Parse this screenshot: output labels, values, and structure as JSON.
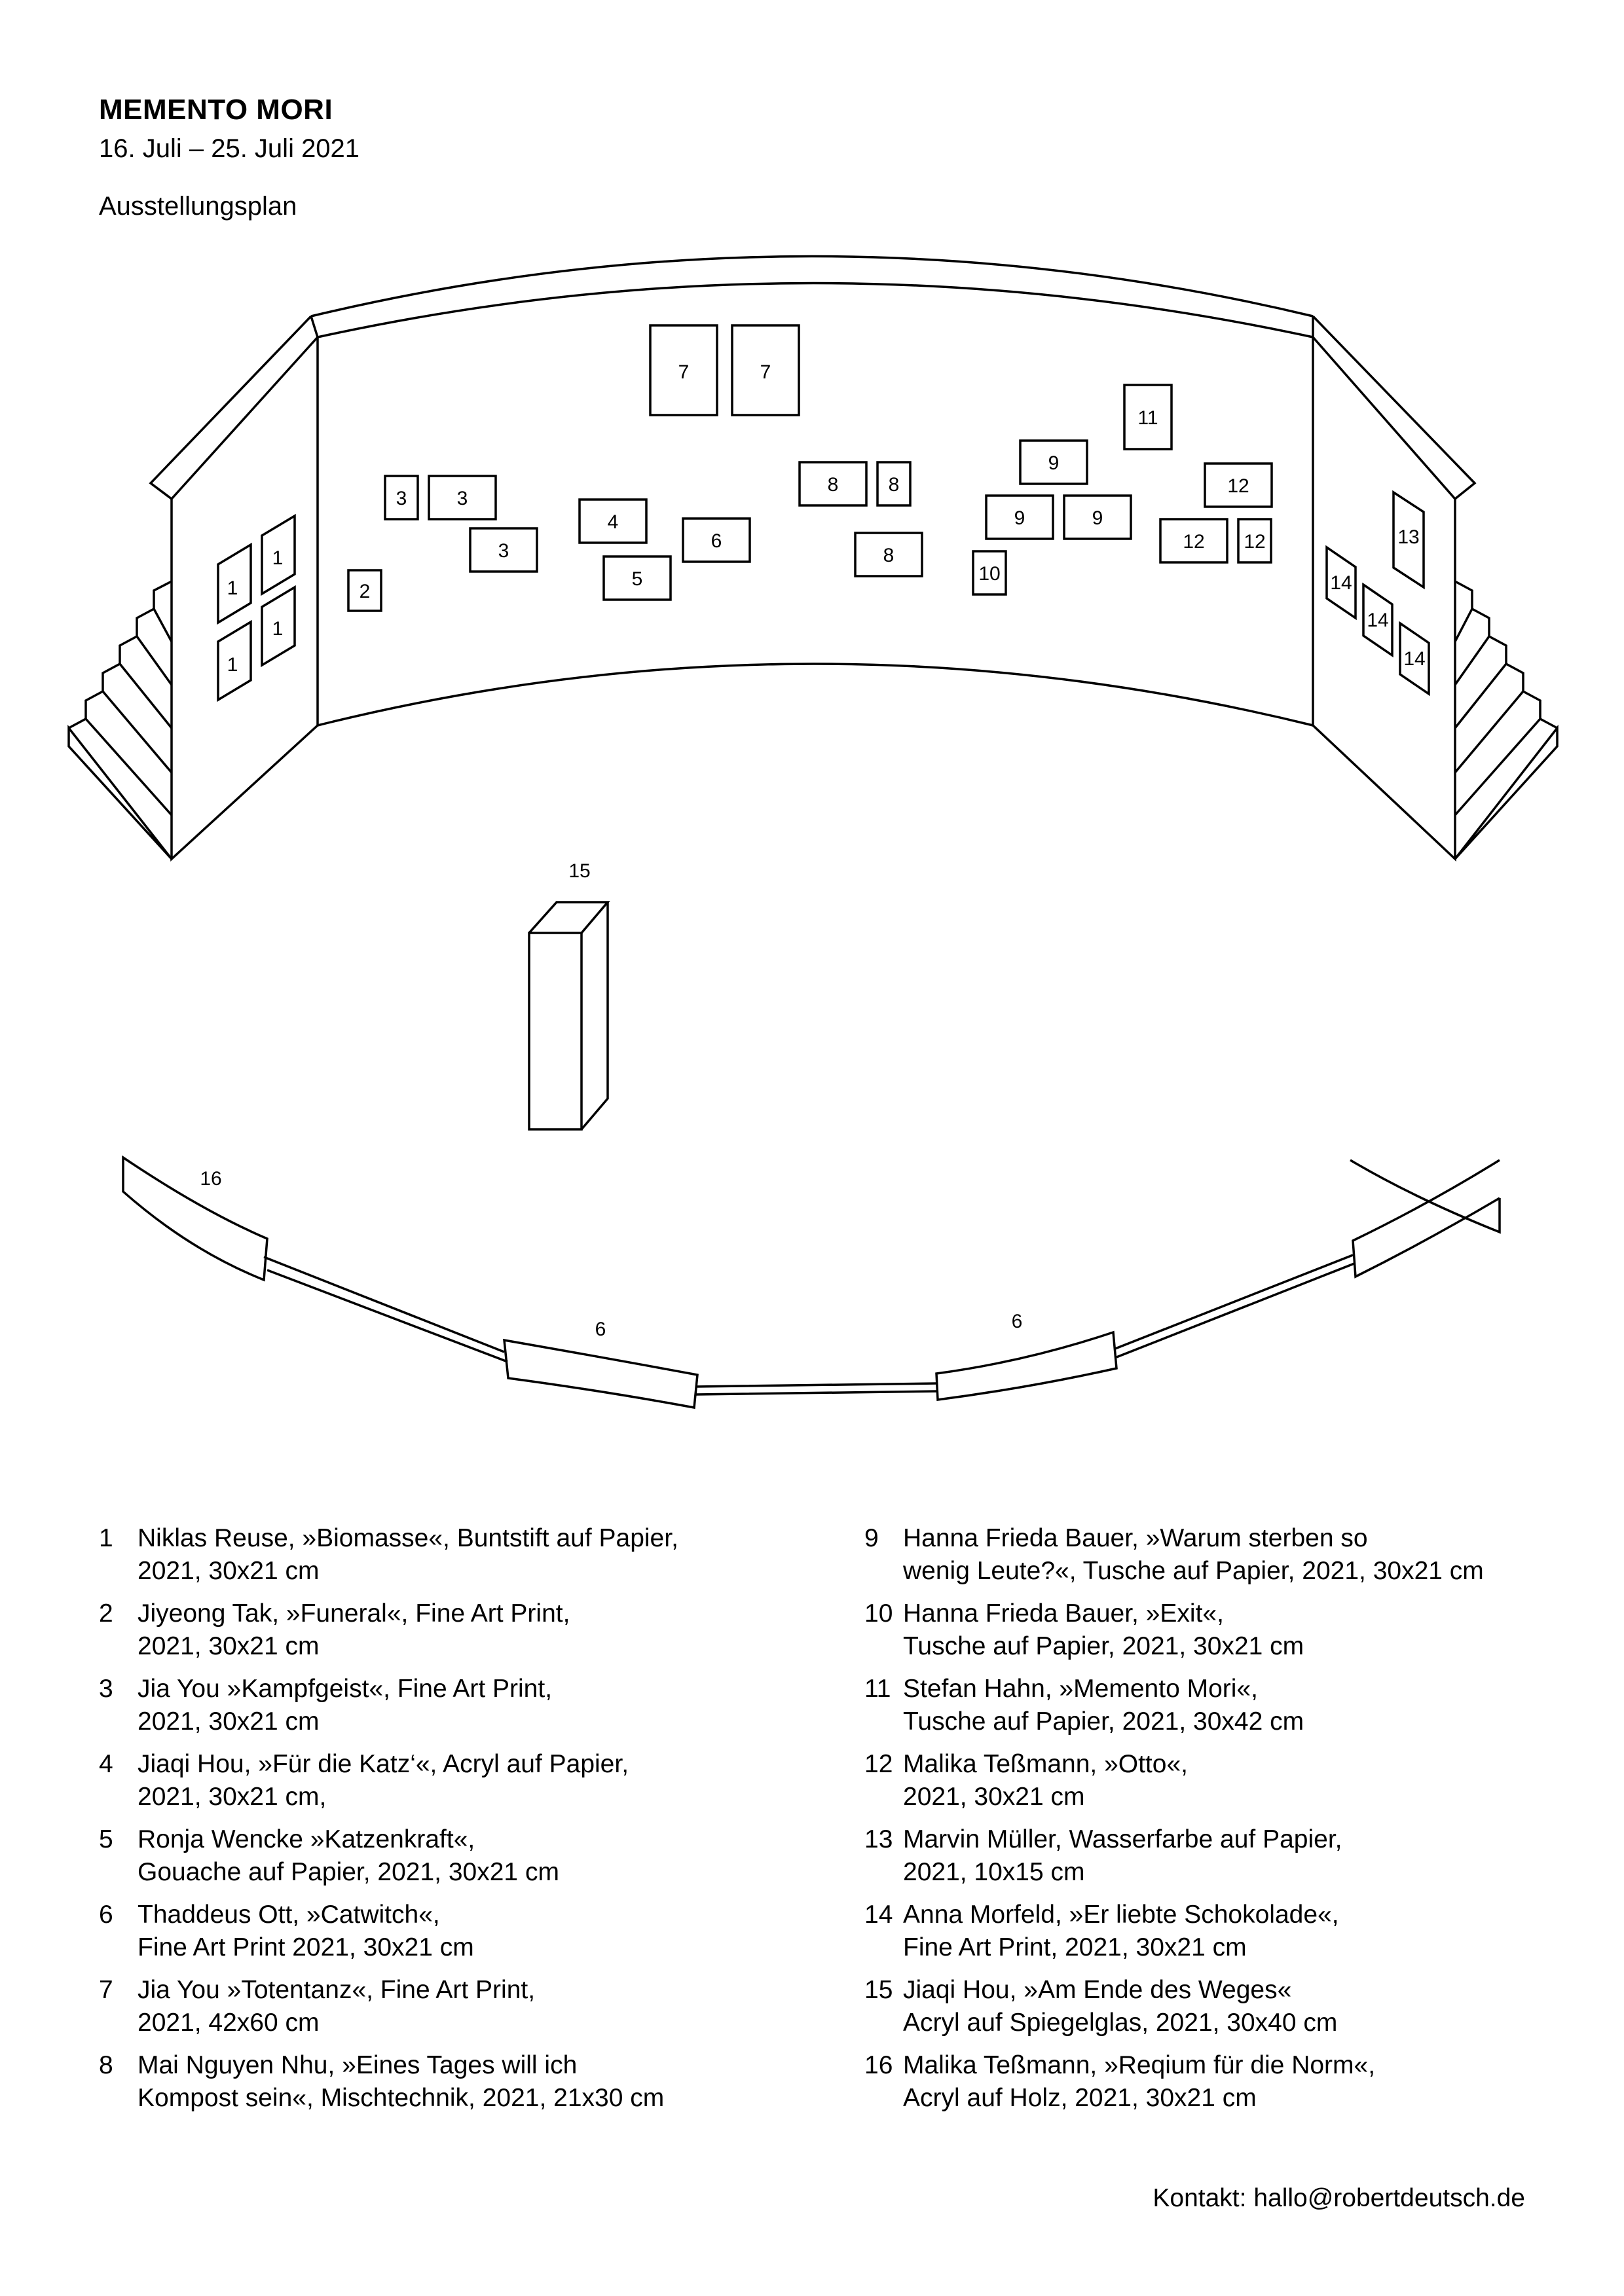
{
  "header": {
    "title": "MEMENTO MORI",
    "dates": "16. Juli – 25. Juli 2021",
    "subtitle": "Ausstellungsplan"
  },
  "plan": {
    "labels": {
      "a": "1",
      "b": "2",
      "c": "3",
      "d": "4",
      "e": "5",
      "f": "6",
      "g": "7",
      "h": "8",
      "i": "9",
      "j": "10",
      "k": "11",
      "l": "12",
      "m": "13",
      "n": "14",
      "o": "15",
      "p": "16"
    }
  },
  "legend": {
    "left": [
      {
        "num": "1",
        "line1": "Niklas Reuse, »Biomasse«, Buntstift auf Papier,",
        "line2": "2021, 30x21 cm"
      },
      {
        "num": "2",
        "line1": "Jiyeong Tak, »Funeral«, Fine Art Print,",
        "line2": "2021, 30x21 cm"
      },
      {
        "num": "3",
        "line1": "Jia You »Kampfgeist«, Fine Art Print,",
        "line2": "2021, 30x21 cm"
      },
      {
        "num": "4",
        "line1": "Jiaqi Hou, »Für die Katz‘«, Acryl auf Papier,",
        "line2": "2021, 30x21 cm,"
      },
      {
        "num": "5",
        "line1": "Ronja Wencke »Katzenkraft«,",
        "line2": "Gouache auf Papier, 2021, 30x21 cm"
      },
      {
        "num": "6",
        "line1": "Thaddeus Ott, »Catwitch«,",
        "line2": "Fine Art Print 2021, 30x21 cm"
      },
      {
        "num": "7",
        "line1": "Jia You »Totentanz«, Fine Art Print,",
        "line2": "2021, 42x60 cm"
      },
      {
        "num": "8",
        "line1": "Mai Nguyen Nhu, »Eines Tages will ich",
        "line2": "Kompost sein«, Mischtechnik, 2021, 21x30 cm"
      }
    ],
    "right": [
      {
        "num": "9",
        "line1": "Hanna Frieda Bauer, »Warum sterben so",
        "line2": "wenig Leute?«, Tusche auf Papier, 2021, 30x21 cm"
      },
      {
        "num": "10",
        "line1": "Hanna Frieda Bauer, »Exit«,",
        "line2": "Tusche auf Papier, 2021, 30x21 cm"
      },
      {
        "num": "11",
        "line1": "Stefan Hahn, »Memento Mori«,",
        "line2": "Tusche auf Papier, 2021, 30x42 cm"
      },
      {
        "num": "12",
        "line1": "Malika Teßmann, »Otto«,",
        "line2": "2021, 30x21 cm"
      },
      {
        "num": "13",
        "line1": "Marvin Müller, Wasserfarbe auf Papier,",
        "line2": "2021, 10x15 cm"
      },
      {
        "num": "14",
        "line1": "Anna Morfeld, »Er liebte Schokolade«,",
        "line2": "Fine Art Print, 2021, 30x21 cm"
      },
      {
        "num": "15",
        "line1": "Jiaqi Hou, »Am Ende des Weges«",
        "line2": "Acryl auf Spiegelglas, 2021, 30x40 cm"
      },
      {
        "num": "16",
        "line1": "Malika Teßmann, »Reqium für die Norm«,",
        "line2": "Acryl auf Holz, 2021, 30x21 cm"
      }
    ]
  },
  "contact": "Kontakt: hallo@robertdeutsch.de"
}
